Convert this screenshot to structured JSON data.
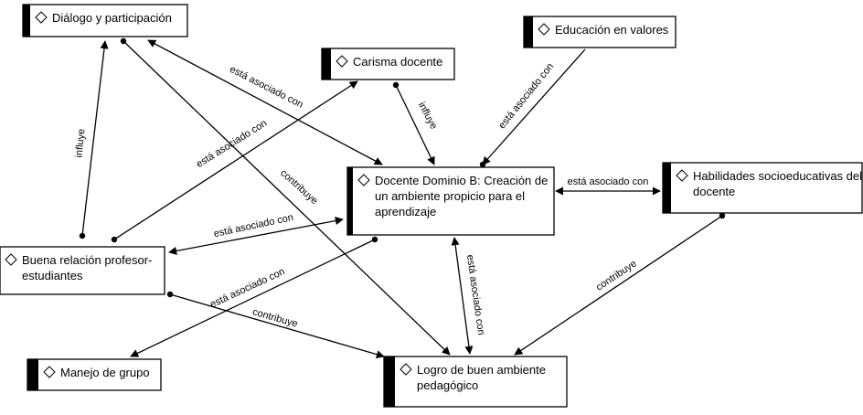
{
  "nodes": [
    {
      "id": "dialogo",
      "lines": [
        "Diálogo y participación"
      ]
    },
    {
      "id": "valores",
      "lines": [
        "Educación en valores"
      ]
    },
    {
      "id": "carisma",
      "lines": [
        "Carisma docente"
      ]
    },
    {
      "id": "docente",
      "lines": [
        "Docente Dominio B: Creación de",
        "un ambiente propicio para el",
        "aprendizaje"
      ]
    },
    {
      "id": "habilidades",
      "lines": [
        "Habilidades socioeducativas del",
        "docente"
      ]
    },
    {
      "id": "buena",
      "lines": [
        "Buena relación profesor-",
        "estudiantes"
      ]
    },
    {
      "id": "manejo",
      "lines": [
        "Manejo de grupo"
      ]
    },
    {
      "id": "logro",
      "lines": [
        "Logro de  buen ambiente",
        "pedagógico"
      ]
    }
  ],
  "edges": [
    {
      "id": "dialogo-docente",
      "label": "está asociado con"
    },
    {
      "id": "carisma-buena",
      "label": "está asociado con"
    },
    {
      "id": "dialogo-logro",
      "label": "contribuye"
    },
    {
      "id": "buena-dialogo",
      "label": "influye"
    },
    {
      "id": "carisma-docente",
      "label": "influye"
    },
    {
      "id": "valores-docente",
      "label": "está asociado con"
    },
    {
      "id": "docente-habilidades",
      "label": "está asociado con"
    },
    {
      "id": "buena-docente",
      "label": "está asociado con"
    },
    {
      "id": "manejo-docente",
      "label": "está asociado con"
    },
    {
      "id": "buena-logro",
      "label": "contribuye"
    },
    {
      "id": "docente-logro",
      "label": "está asociado con"
    },
    {
      "id": "habilidades-logro",
      "label": "contribuye"
    }
  ]
}
